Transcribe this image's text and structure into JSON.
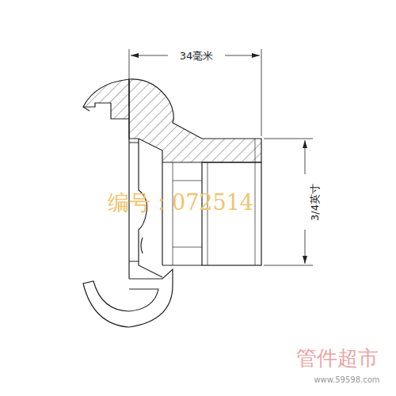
{
  "diagram": {
    "labels": [
      "34毫米",
      "3/4英寸",
      "编号：072514",
      "管件超市",
      "www.59598.com"
    ]
  }
}
